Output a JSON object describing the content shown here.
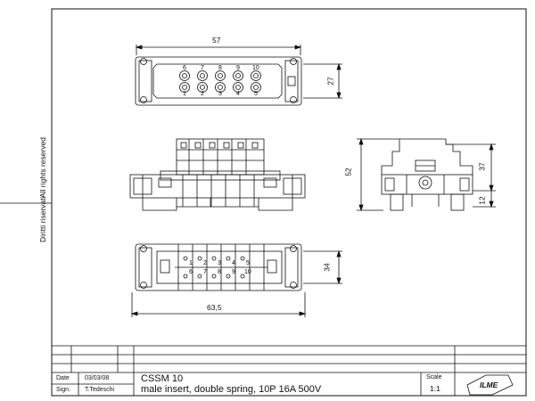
{
  "side_notes": {
    "all_rights": "All rights reserved",
    "diritti": "Diritti riservati"
  },
  "dimensions": {
    "top_width": "57",
    "top_height": "27",
    "side_height": "52",
    "side_upper": "37",
    "side_lower": "12",
    "bottom_height": "34",
    "bottom_width": "63,5"
  },
  "pin_numbers": {
    "top_row": [
      "6",
      "7",
      "8",
      "9",
      "10"
    ],
    "bottom_row": [
      "1",
      "2",
      "3",
      "4",
      "5"
    ],
    "bottom_view_top": [
      "1",
      "2",
      "3",
      "4",
      "5"
    ],
    "bottom_view_bottom": [
      "6",
      "7",
      "8",
      "9",
      "10"
    ]
  },
  "title_block": {
    "date_label": "Date",
    "date_value": "03/03/08",
    "sign_label": "Sign.",
    "sign_value": "T.Tedeschi",
    "product_code": "CSSM 10",
    "description": "male insert, double spring, 10P 16A 500V",
    "scale_label": "Scale",
    "scale_value": "1:1",
    "logo_text": "ILME"
  }
}
